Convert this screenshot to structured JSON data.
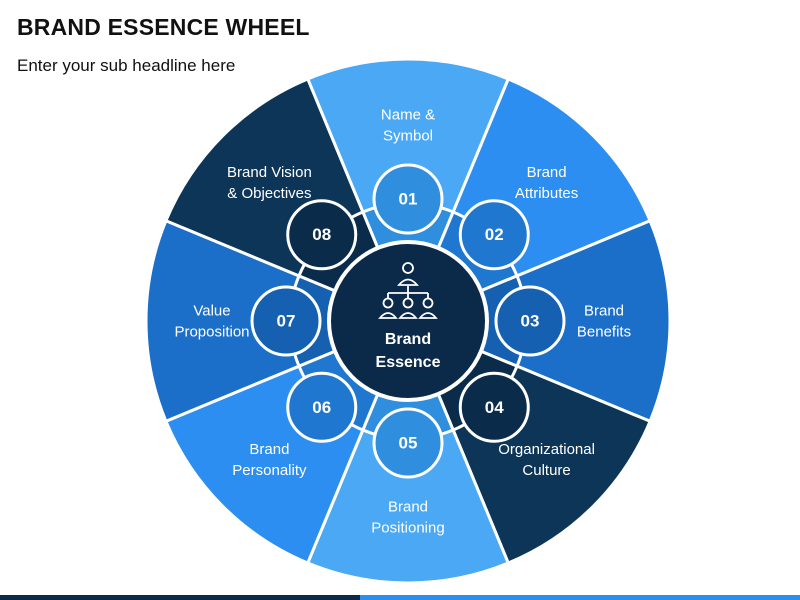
{
  "header": {
    "title": "BRAND ESSENCE WHEEL",
    "subtitle": "Enter your sub headline here"
  },
  "center": {
    "line1": "Brand",
    "line2": "Essence",
    "icon": "hierarchy-people-icon",
    "color": "#0b2a4a"
  },
  "segments": [
    {
      "number": "01",
      "lines": [
        "Name &",
        "Symbol"
      ],
      "outer": "#4aa8f5",
      "inner": "#2f8fde"
    },
    {
      "number": "02",
      "lines": [
        "Brand",
        "Attributes"
      ],
      "outer": "#2b8ef0",
      "inner": "#1f77d0"
    },
    {
      "number": "03",
      "lines": [
        "Brand",
        "Benefits"
      ],
      "outer": "#1b6fc8",
      "inner": "#1560b0"
    },
    {
      "number": "04",
      "lines": [
        "Organizational",
        "Culture"
      ],
      "outer": "#0c3558",
      "inner": "#0a2c4a"
    },
    {
      "number": "05",
      "lines": [
        "Brand",
        "Positioning"
      ],
      "outer": "#4aa8f5",
      "inner": "#2f8fde"
    },
    {
      "number": "06",
      "lines": [
        "Brand",
        "Personality"
      ],
      "outer": "#2b8ef0",
      "inner": "#1f77d0"
    },
    {
      "number": "07",
      "lines": [
        "Value",
        "Proposition"
      ],
      "outer": "#1b6fc8",
      "inner": "#1560b0"
    },
    {
      "number": "08",
      "lines": [
        "Brand Vision",
        "& Objectives"
      ],
      "outer": "#0c3558",
      "inner": "#0a2c4a"
    }
  ],
  "colors": {
    "bottom_bar_dark": "#0b2a4a",
    "bottom_bar_light": "#2b8ef0"
  }
}
